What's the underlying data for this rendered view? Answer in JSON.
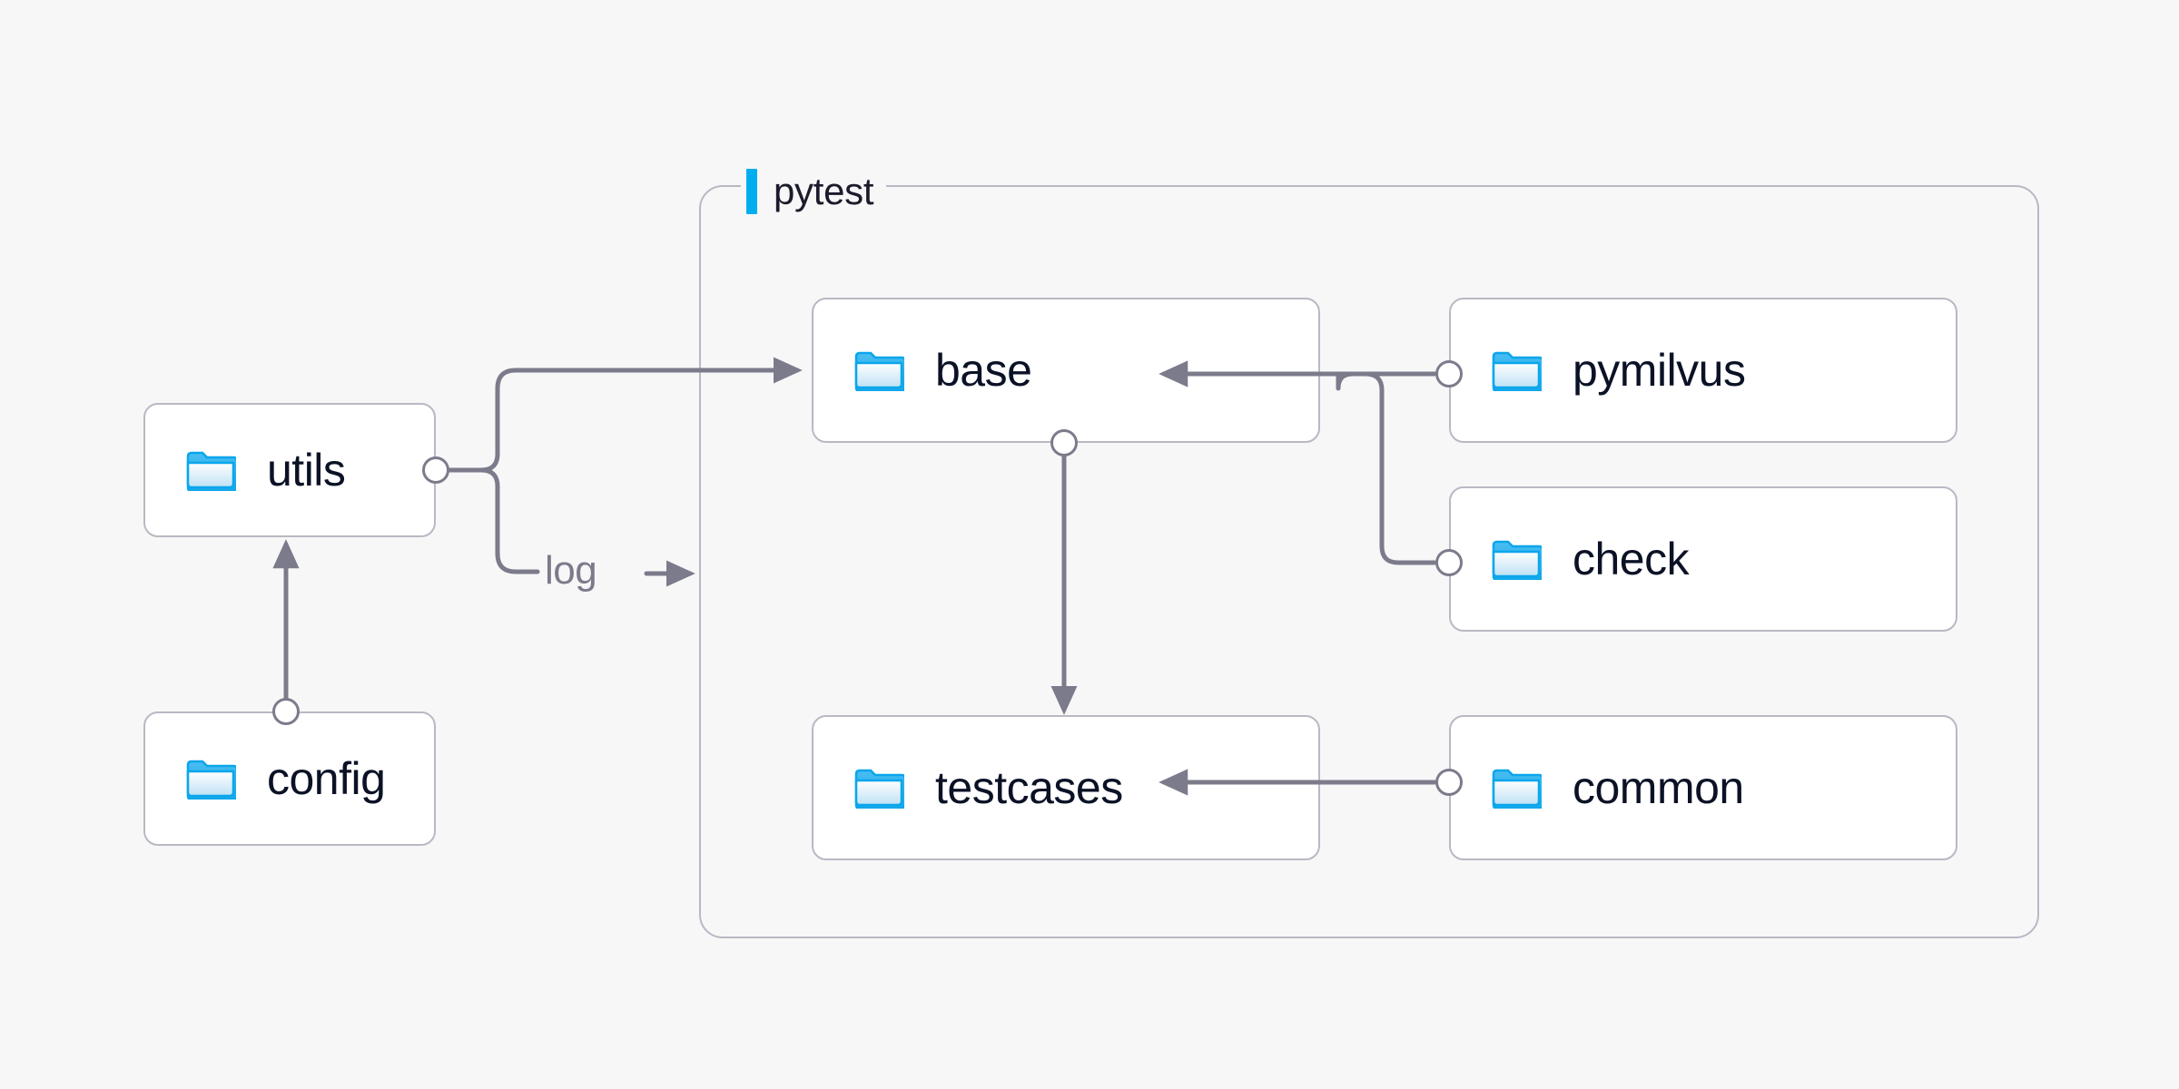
{
  "diagram": {
    "title": "pytest",
    "background_color": "#f7f7f8",
    "accent_color": "#00aeef",
    "edge_color": "#7b7b8b",
    "node_border_color": "#b9b8c4",
    "node_fill_color": "#ffffff",
    "label_color": "#0b1226"
  },
  "group": {
    "label": "pytest",
    "accent_bar_color": "#00aeef"
  },
  "nodes": [
    {
      "id": "utils",
      "label": "utils",
      "icon": "folder-icon"
    },
    {
      "id": "config",
      "label": "config",
      "icon": "folder-icon"
    },
    {
      "id": "base",
      "label": "base",
      "icon": "folder-icon"
    },
    {
      "id": "testcases",
      "label": "testcases",
      "icon": "folder-icon"
    },
    {
      "id": "pymilvus",
      "label": "pymilvus",
      "icon": "folder-icon"
    },
    {
      "id": "check",
      "label": "check",
      "icon": "folder-icon"
    },
    {
      "id": "common",
      "label": "common",
      "icon": "folder-icon"
    }
  ],
  "edges": [
    {
      "id": "utils-base",
      "from": "utils",
      "to": "base",
      "label": ""
    },
    {
      "id": "utils-log",
      "from": "utils",
      "to": "pytest",
      "label": "log"
    },
    {
      "id": "config-utils",
      "from": "config",
      "to": "utils",
      "label": ""
    },
    {
      "id": "base-testcases",
      "from": "base",
      "to": "testcases",
      "label": ""
    },
    {
      "id": "pymilvus-base",
      "from": "pymilvus",
      "to": "base",
      "label": ""
    },
    {
      "id": "check-base",
      "from": "check",
      "to": "base",
      "label": ""
    },
    {
      "id": "common-testcases",
      "from": "common",
      "to": "testcases",
      "label": ""
    }
  ]
}
